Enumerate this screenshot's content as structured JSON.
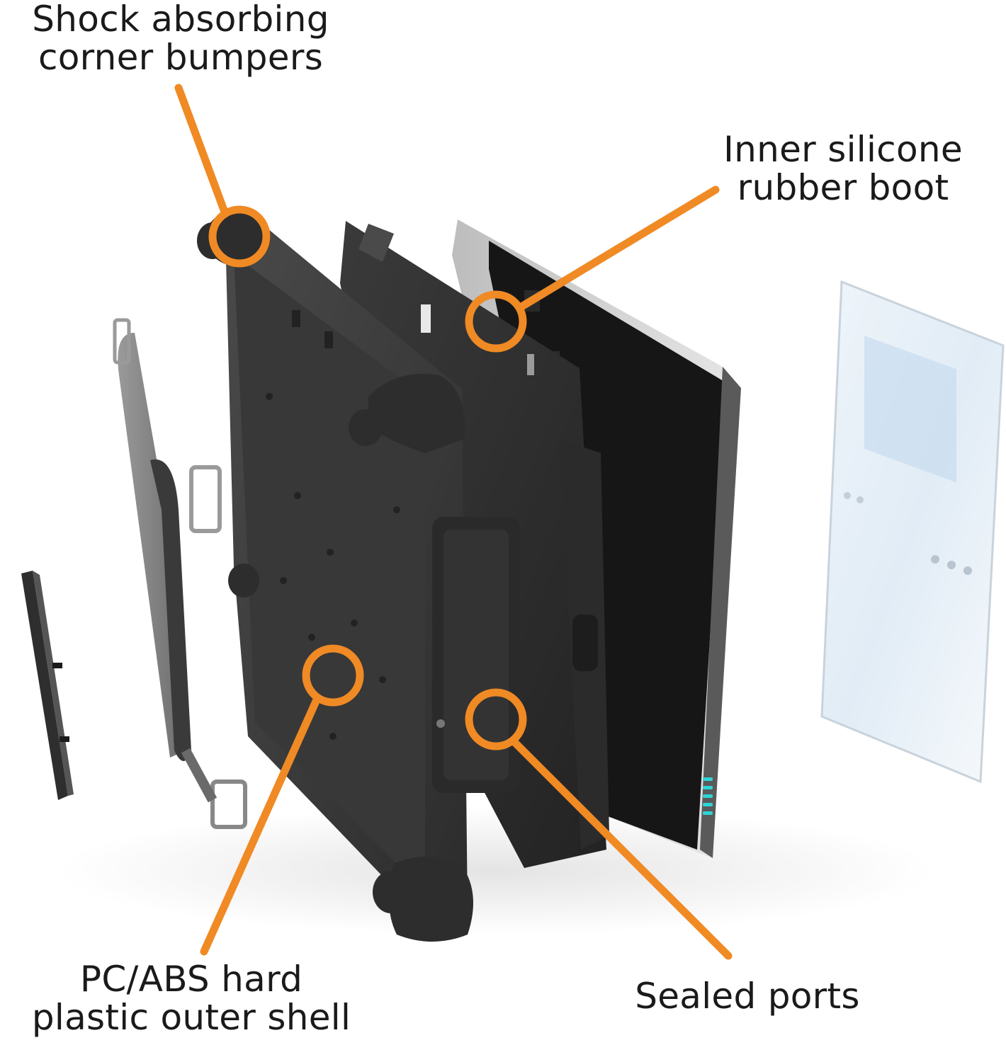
{
  "callouts": {
    "bumpers": {
      "line1": "Shock absorbing",
      "line2": "corner bumpers"
    },
    "boot": {
      "line1": "Inner silicone",
      "line2": "rubber boot"
    },
    "shell": {
      "line1": "PC/ABS hard",
      "line2": "plastic outer shell"
    },
    "ports": {
      "line1": "Sealed ports"
    }
  },
  "colors": {
    "accent": "#f08a24",
    "case_dark": "#303030",
    "case_mid": "#3d3d3d",
    "screen_glass": "#dfe9f2"
  }
}
